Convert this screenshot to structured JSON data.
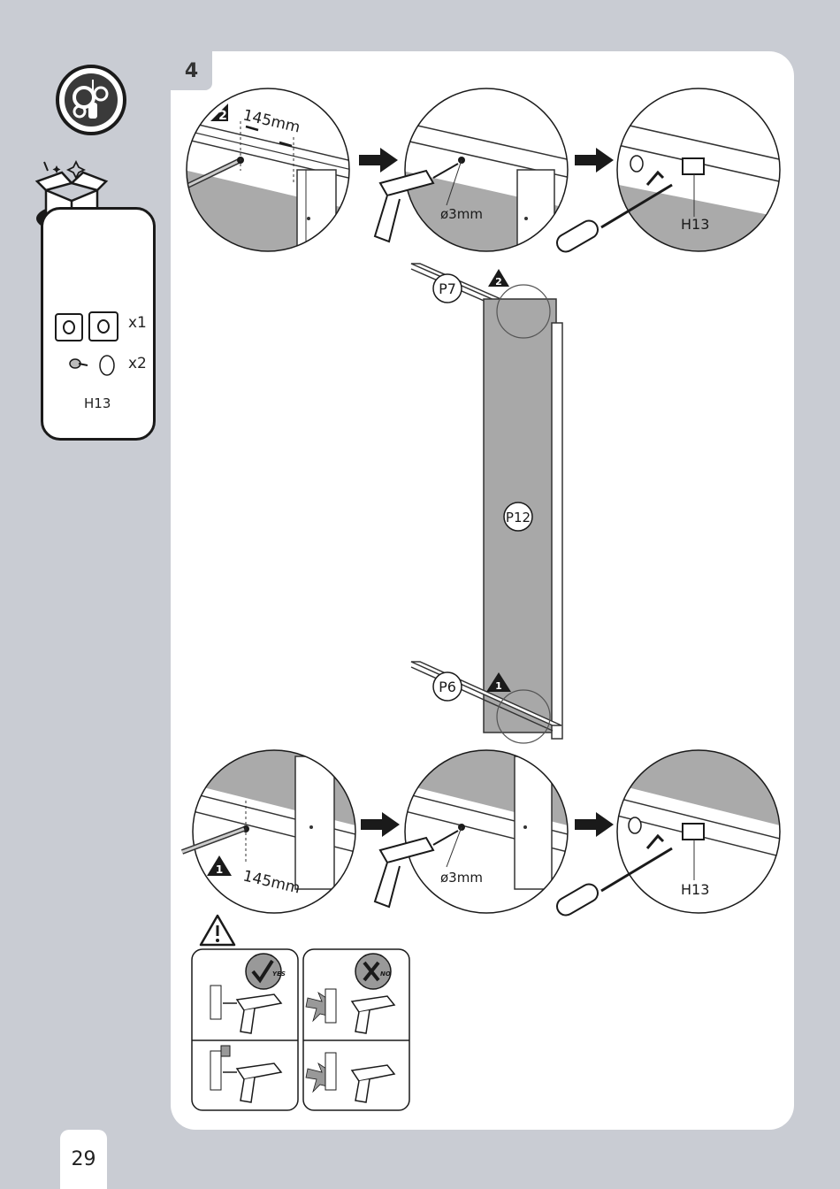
{
  "step": {
    "number": "4"
  },
  "page": {
    "number": "29"
  },
  "hardware": {
    "items": [
      {
        "qty": "x1",
        "icon": "bracket-icon"
      },
      {
        "qty": "x2",
        "icon": "screw-and-cap-icon"
      }
    ],
    "code": "H13"
  },
  "top_row": {
    "distance": "145mm",
    "marker": "2",
    "drill": "ø3mm",
    "part": "H13"
  },
  "bottom_row": {
    "distance": "145mm",
    "marker": "1",
    "drill": "ø3mm",
    "part": "H13"
  },
  "panels": {
    "top_rail": "P7",
    "bottom_rail": "P6",
    "door": "P12",
    "top_marker": "2",
    "bottom_marker": "1"
  },
  "warning": {
    "yes_label": "YES",
    "no_label": "NO"
  }
}
